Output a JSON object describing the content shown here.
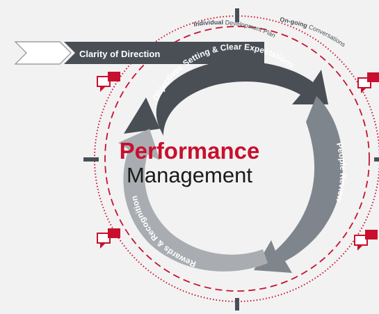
{
  "center": {
    "title_line1": "Performance",
    "title_line2": "Management"
  },
  "arrow_banner": {
    "label": "Clarity of Direction"
  },
  "cycle_stages": [
    {
      "label": "Objectives Setting & Clear Expectations"
    },
    {
      "label": "People Review"
    },
    {
      "label": "Rewards & Recognition"
    }
  ],
  "outer_labels": {
    "inner_ring_bold": "Individual",
    "inner_ring_rest": "Development Plan",
    "outer_ring_bold": "On-going",
    "outer_ring_rest": "Conversations"
  },
  "colors": {
    "background": "#f2f2f2",
    "accent_red": "#c8102e",
    "dark_arrow": "#4a4f56",
    "mid_arrow": "#7f858c",
    "light_arrow": "#a9adb2",
    "tick": "#4a4f56"
  }
}
